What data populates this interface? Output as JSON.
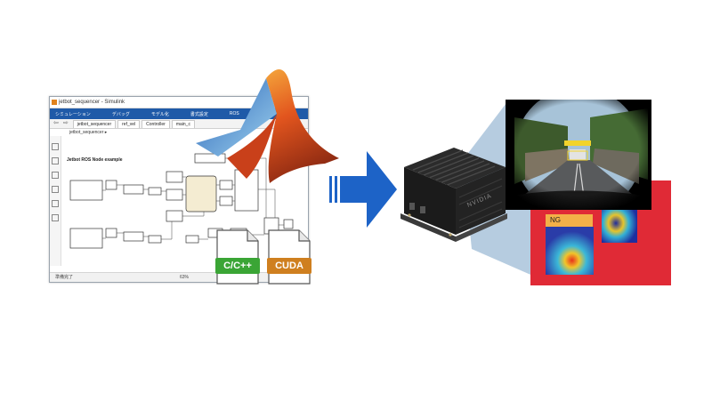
{
  "simulink": {
    "window_title": "jetbot_sequencer - Simulink",
    "menu_items": [
      "シミュレーション",
      "デバッグ",
      "モデル化",
      "書式設定",
      "ROS"
    ],
    "tabs": [
      "jetbot_sequencer",
      "ref_vel",
      "Controller",
      "main_c"
    ],
    "breadcrumb": "jetbot_sequencer ▸",
    "model_title": "Jetbot ROS Node example",
    "status_left": "準備完了",
    "status_zoom": "63%"
  },
  "code_outputs": [
    {
      "label": "C/C++",
      "color": "#3aa535"
    },
    {
      "label": "CUDA",
      "color": "#cf7f1f"
    }
  ],
  "device": {
    "logo": "NVIDIA"
  },
  "inspection": {
    "ng_label": "NG",
    "ng_color": "#f3b048",
    "panel_color": "#e02a36"
  },
  "colors": {
    "arrow": "#1d63c7",
    "cone": "#aec7dd",
    "menubar": "#1f5aa8"
  },
  "icons": [
    "matlab-peaks-logo",
    "right-arrow-icon"
  ]
}
